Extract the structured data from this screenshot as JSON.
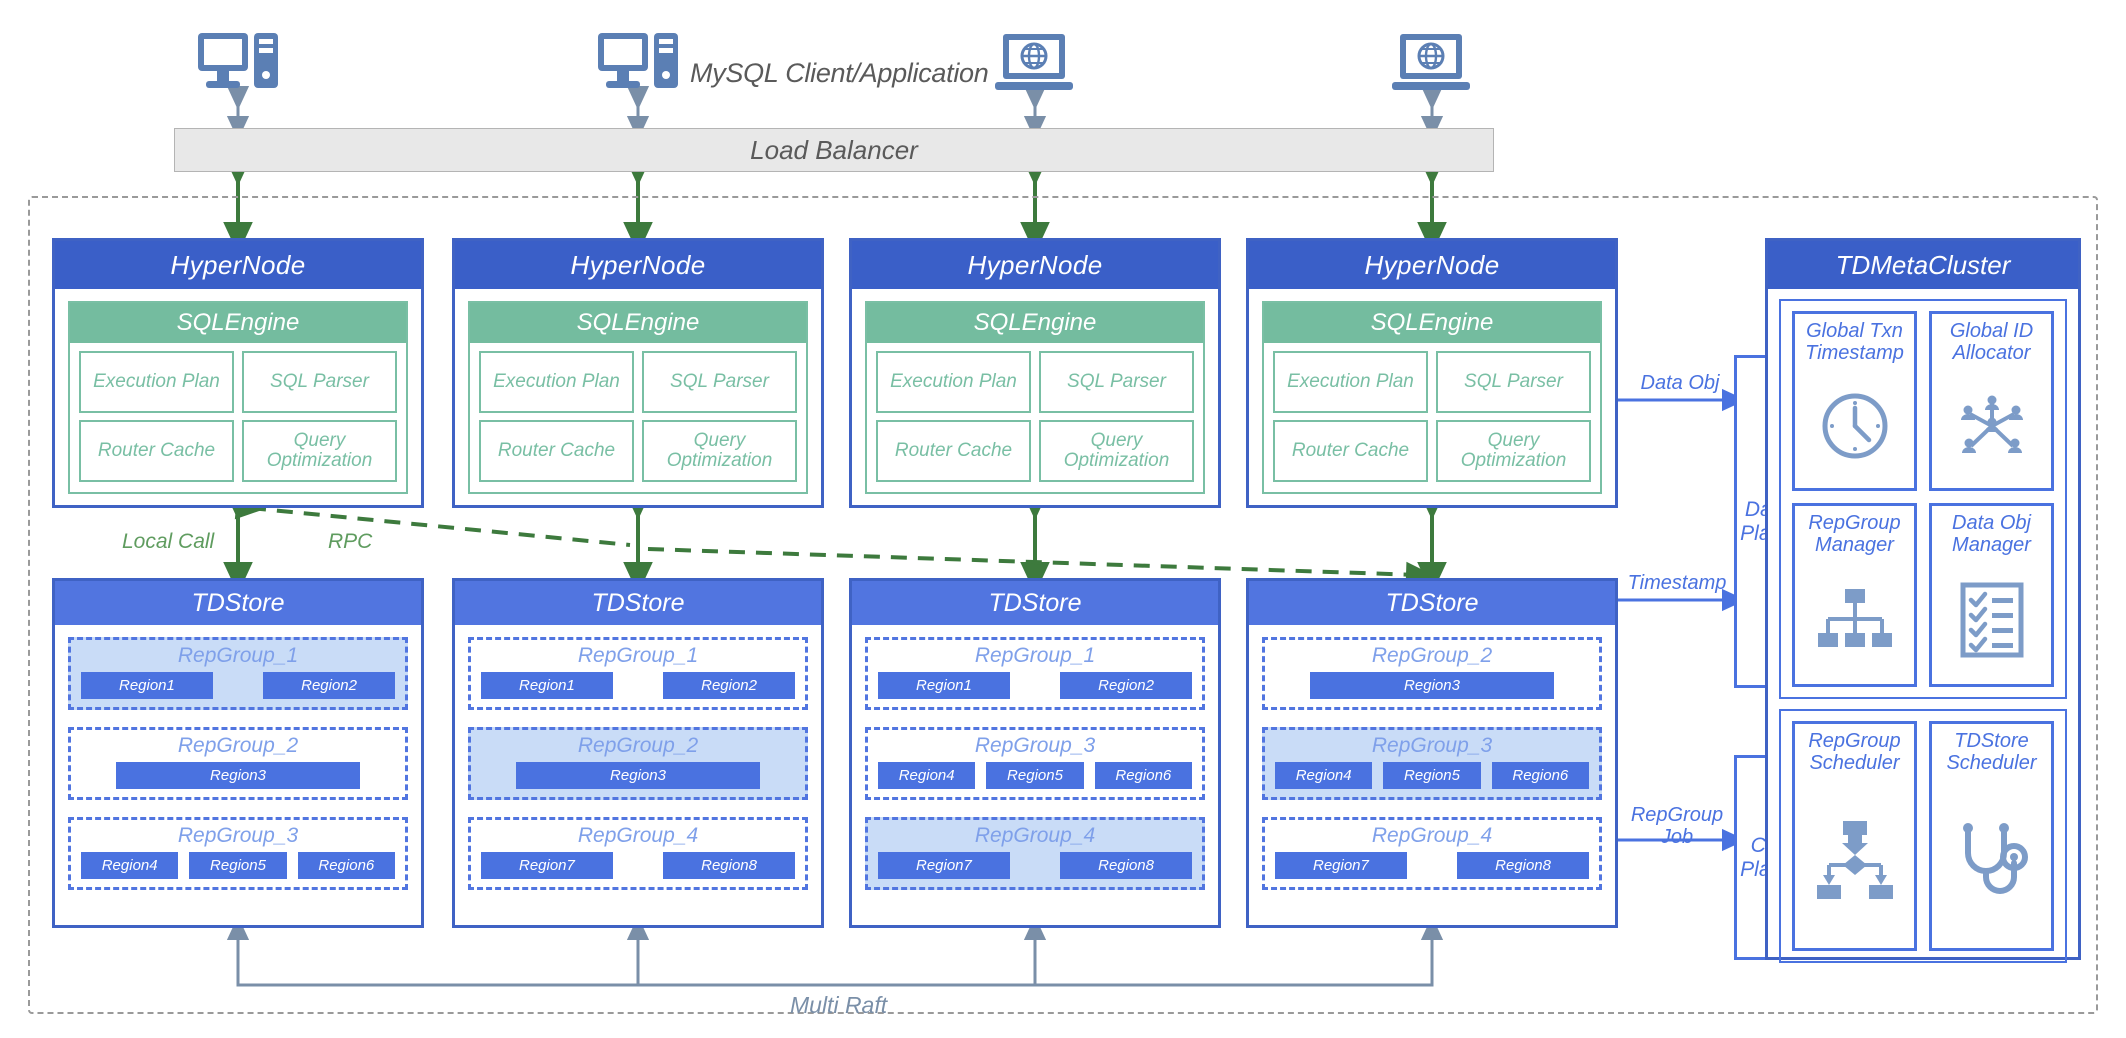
{
  "clients": {
    "label": "MySQL Client/Application",
    "icons": [
      "desktop-tower-icon",
      "desktop-tower-icon",
      "laptop-globe-icon",
      "laptop-globe-icon"
    ]
  },
  "load_balancer": {
    "label": "Load Balancer"
  },
  "hypernodes": [
    {
      "title": "HyperNode",
      "sqlengine": {
        "title": "SQLEngine",
        "cells": [
          "Execution\nPlan",
          "SQL Parser",
          "Router Cache",
          "Query\nOptimization"
        ]
      },
      "gap_labels": [
        "Local Call",
        "RPC"
      ],
      "tdstore": {
        "title": "TDStore",
        "repgroups": [
          {
            "name": "RepGroup_1",
            "highlight": true,
            "regions": [
              "Region1",
              "Region2"
            ]
          },
          {
            "name": "RepGroup_2",
            "highlight": false,
            "regions": [
              "Region3"
            ]
          },
          {
            "name": "RepGroup_3",
            "highlight": false,
            "regions": [
              "Region4",
              "Region5",
              "Region6"
            ]
          }
        ]
      }
    },
    {
      "title": "HyperNode",
      "sqlengine": {
        "title": "SQLEngine",
        "cells": [
          "Execution\nPlan",
          "SQL Parser",
          "Router Cache",
          "Query\nOptimization"
        ]
      },
      "gap_labels": [],
      "tdstore": {
        "title": "TDStore",
        "repgroups": [
          {
            "name": "RepGroup_1",
            "highlight": false,
            "regions": [
              "Region1",
              "Region2"
            ]
          },
          {
            "name": "RepGroup_2",
            "highlight": true,
            "regions": [
              "Region3"
            ]
          },
          {
            "name": "RepGroup_4",
            "highlight": false,
            "regions": [
              "Region7",
              "Region8"
            ]
          }
        ]
      }
    },
    {
      "title": "HyperNode",
      "sqlengine": {
        "title": "SQLEngine",
        "cells": [
          "Execution\nPlan",
          "SQL Parser",
          "Router Cache",
          "Query\nOptimization"
        ]
      },
      "gap_labels": [],
      "tdstore": {
        "title": "TDStore",
        "repgroups": [
          {
            "name": "RepGroup_1",
            "highlight": false,
            "regions": [
              "Region1",
              "Region2"
            ]
          },
          {
            "name": "RepGroup_3",
            "highlight": false,
            "regions": [
              "Region4",
              "Region5",
              "Region6"
            ]
          },
          {
            "name": "RepGroup_4",
            "highlight": true,
            "regions": [
              "Region7",
              "Region8"
            ]
          }
        ]
      }
    },
    {
      "title": "HyperNode",
      "sqlengine": {
        "title": "SQLEngine",
        "cells": [
          "Execution\nPlan",
          "SQL Parser",
          "Router Cache",
          "Query\nOptimization"
        ]
      },
      "gap_labels": [],
      "tdstore": {
        "title": "TDStore",
        "repgroups": [
          {
            "name": "RepGroup_2",
            "highlight": false,
            "regions": [
              "Region3"
            ]
          },
          {
            "name": "RepGroup_3",
            "highlight": true,
            "regions": [
              "Region4",
              "Region5",
              "Region6"
            ]
          },
          {
            "name": "RepGroup_4",
            "highlight": false,
            "regions": [
              "Region7",
              "Region8"
            ]
          }
        ]
      }
    }
  ],
  "planes": {
    "data_plane": "Data\nPlane",
    "ctrl_plane": "Ctrl\nPlane"
  },
  "edge_labels": {
    "data_obj": "Data Obj",
    "timestamp": "Timestamp",
    "repgroup_job": "RepGroup\nJob"
  },
  "tdmeta": {
    "title": "TDMetaCluster",
    "data_section": [
      {
        "label": "Global Txn\nTimestamp",
        "icon": "clock-icon"
      },
      {
        "label": "Global ID\nAllocator",
        "icon": "network-nodes-icon"
      },
      {
        "label": "RepGroup\nManager",
        "icon": "hierarchy-icon"
      },
      {
        "label": "Data Obj\nManager",
        "icon": "checklist-icon"
      }
    ],
    "ctrl_section": [
      {
        "label": "RepGroup\nScheduler",
        "icon": "flow-diagram-icon"
      },
      {
        "label": "TDStore\nScheduler",
        "icon": "stethoscope-icon"
      }
    ]
  },
  "multi_raft": {
    "label": "Multi Raft"
  },
  "colors": {
    "hypernode_header": "#3a5fc8",
    "tdstore_header": "#5175e0",
    "sqlengine_header": "#74bc9f",
    "region_fill": "#4a72e0",
    "repgroup_highlight": "#c9dcf7",
    "arrow_green": "#3d7a3d",
    "arrow_blue": "#4a72e0",
    "arrow_gray": "#7a8fa8"
  }
}
